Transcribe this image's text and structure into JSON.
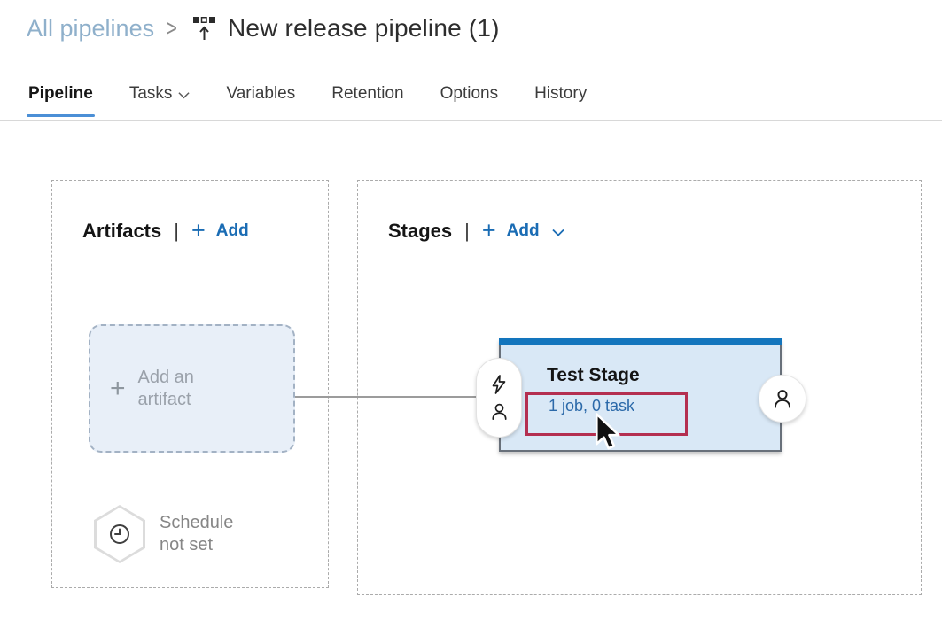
{
  "breadcrumb": {
    "parent": "All pipelines",
    "separator": ">",
    "title": "New release pipeline (1)"
  },
  "tabs": [
    {
      "label": "Pipeline",
      "active": true
    },
    {
      "label": "Tasks",
      "has_dropdown": true
    },
    {
      "label": "Variables"
    },
    {
      "label": "Retention"
    },
    {
      "label": "Options"
    },
    {
      "label": "History"
    }
  ],
  "artifacts_panel": {
    "title": "Artifacts",
    "separator": "|",
    "plus_glyph": "+",
    "add_label": "Add",
    "add_artifact": {
      "plus_glyph": "+",
      "line1": "Add an",
      "line2": "artifact"
    },
    "schedule": {
      "line1": "Schedule",
      "line2": "not set"
    }
  },
  "stages_panel": {
    "title": "Stages",
    "separator": "|",
    "plus_glyph": "+",
    "add_label": "Add",
    "stage": {
      "name": "Test Stage",
      "summary": "1 job, 0 task"
    }
  },
  "icons": {
    "breadcrumb_release_icon": "release-pipeline-icon",
    "clock_icon": "clock-icon",
    "lightning_icon": "pre-deployment-conditions-icon",
    "person_icon": "approvals-person-icon",
    "cursor": "mouse-pointer"
  },
  "colors": {
    "breadcrumb_link": "#8fb0cb",
    "accent_blue": "#1a6cb4",
    "tab_underline": "#4b8fd6",
    "stage_header_bar": "#1375bd",
    "stage_body": "#d9e8f6",
    "stage_link": "#2b69a9",
    "annotation_red": "#b42f50",
    "artifact_box_fill": "#e8eff8"
  }
}
